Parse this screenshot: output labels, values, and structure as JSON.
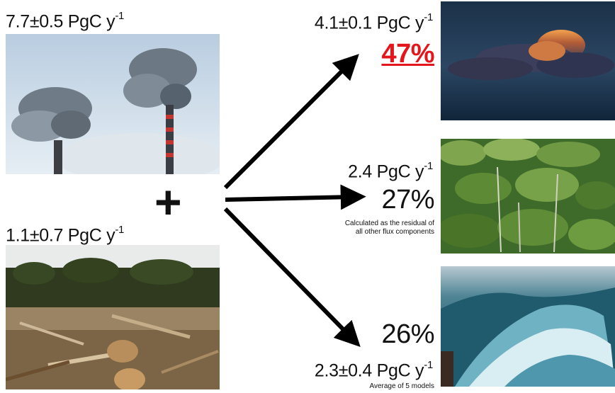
{
  "sources": {
    "fossil": {
      "value": "7.7±0.5 PgC y",
      "exp": "-1",
      "image_icon": "smokestack-emissions-photo"
    },
    "land_use": {
      "value": "1.1±0.7 PgC y",
      "exp": "-1",
      "image_icon": "deforestation-photo"
    },
    "plus_sign": "+"
  },
  "sinks": {
    "atmosphere": {
      "value": "4.1±0.1 PgC y",
      "exp": "-1",
      "percent": "47%",
      "percent_color": "#e4161b",
      "image_icon": "cloud-sky-photo"
    },
    "land": {
      "value": "2.4 PgC y",
      "exp": "-1",
      "percent": "27%",
      "note": [
        "Calculated as the residual of",
        "all other flux components"
      ],
      "image_icon": "forest-canopy-photo"
    },
    "ocean": {
      "value": "2.3±0.4 PgC y",
      "exp": "-1",
      "percent": "26%",
      "note": "Average of 5 models",
      "image_icon": "ocean-wave-photo"
    }
  },
  "colors": {
    "arrow": "#000000",
    "text": "#111111",
    "accent": "#e4161b"
  }
}
